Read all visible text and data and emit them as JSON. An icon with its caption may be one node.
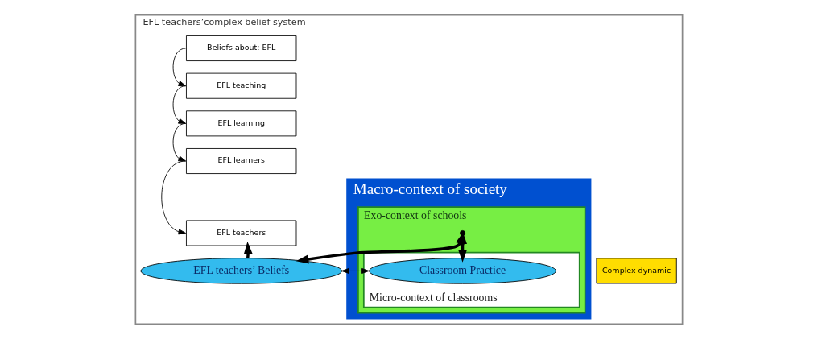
{
  "diagram": {
    "nodes": [
      {
        "text": [
          "EFL teachers’complex belief system"
        ]
      },
      {
        "text": [
          "Beliefs about: EFL"
        ],
        "in": 0
      },
      {
        "text": [
          "EFL teaching"
        ],
        "in": 0
      },
      {
        "text": [
          "EFL learning"
        ],
        "in": 0
      },
      {
        "text": [
          "EFL learners"
        ],
        "in": 0
      },
      {
        "text": [
          "EFL teachers"
        ],
        "in": 0
      },
      {
        "text": [
          "EFL teachers’ Beliefs"
        ],
        "in": 0
      },
      {
        "text": [
          "Macro-context of society"
        ],
        "in": 0
      },
      {
        "text": [
          "Exo-context of schools"
        ],
        "in": 7
      },
      {
        "text": [
          "Micro-context of classrooms"
        ],
        "in": 8
      },
      {
        "text": [
          "Classroom Practice"
        ],
        "in": 9
      },
      {
        "text": [
          "Complex dynamic"
        ],
        "in": 0
      },
      {
        "text": [],
        "shape": "circle",
        "in": 8
      }
    ],
    "edges": [
      {
        "from": 1,
        "to": 2,
        "arrow": "to"
      },
      {
        "from": 2,
        "to": 3,
        "arrow": "to"
      },
      {
        "from": 3,
        "to": 4,
        "arrow": "to"
      },
      {
        "from": 4,
        "to": 5,
        "arrow": "to"
      },
      {
        "from": 6,
        "to": 5,
        "arrow": "to",
        "style": "thick"
      },
      {
        "from": 12,
        "to": 6,
        "arrow": "both",
        "style": "thick"
      },
      {
        "from": 12,
        "to": 10,
        "arrow": "both",
        "style": "thick"
      },
      {
        "from": 6,
        "to": 10,
        "arrow": "both"
      }
    ]
  }
}
